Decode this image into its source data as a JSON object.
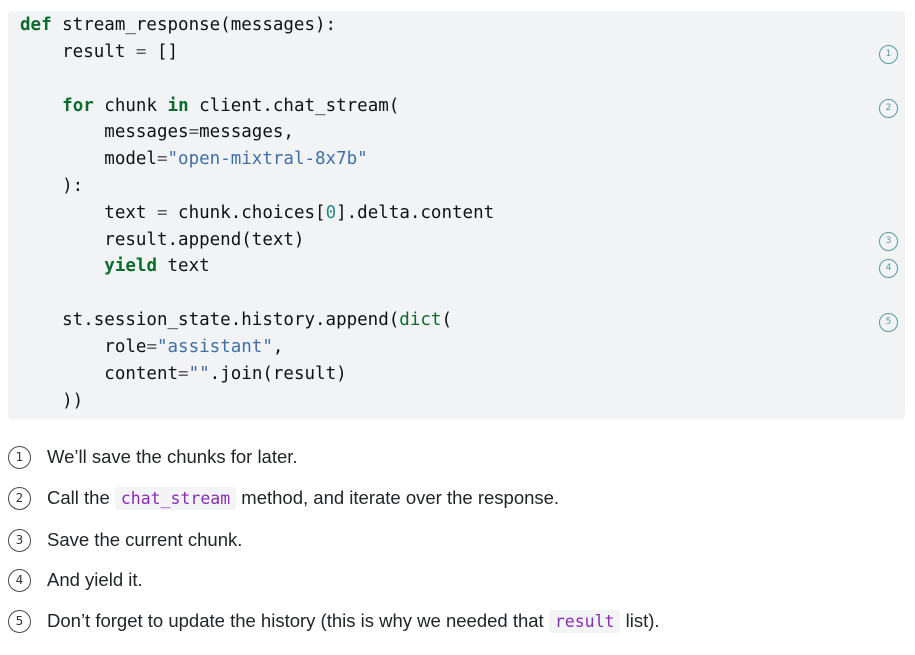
{
  "code": {
    "lines": {
      "l1": [
        "def",
        " stream_response(messages):"
      ],
      "l2": [
        "    result ",
        "=",
        " []"
      ],
      "l4": [
        "    ",
        "for",
        " chunk ",
        "in",
        " client.chat_stream("
      ],
      "l5": [
        "        messages",
        "=",
        "messages,"
      ],
      "l6": [
        "        model",
        "=",
        "\"open-mixtral-8x7b\""
      ],
      "l7": [
        "    ):"
      ],
      "l8": [
        "        text ",
        "=",
        " chunk.choices[",
        "0",
        "].delta.content"
      ],
      "l9": [
        "        result.append(text)"
      ],
      "l10": [
        "        ",
        "yield",
        " text"
      ],
      "l12": [
        "    st.session_state.history.append(",
        "dict",
        "("
      ],
      "l13": [
        "        role",
        "=",
        "\"assistant\"",
        ","
      ],
      "l14": [
        "        content",
        "=",
        "\"\"",
        ".join(result)"
      ],
      "l15": [
        "    ))"
      ]
    },
    "markers": [
      "1",
      "2",
      "3",
      "4",
      "5"
    ]
  },
  "annotations": [
    {
      "num": "1",
      "text": "We’ll save the chunks for later."
    },
    {
      "num": "2",
      "before": "Call the ",
      "code": "chat_stream",
      "after": " method, and iterate over the response."
    },
    {
      "num": "3",
      "text": "Save the current chunk."
    },
    {
      "num": "4",
      "text": "And yield it."
    },
    {
      "num": "5",
      "before": "Don’t forget to update the history (this is why we needed that ",
      "code": "result",
      "after": " list)."
    }
  ]
}
